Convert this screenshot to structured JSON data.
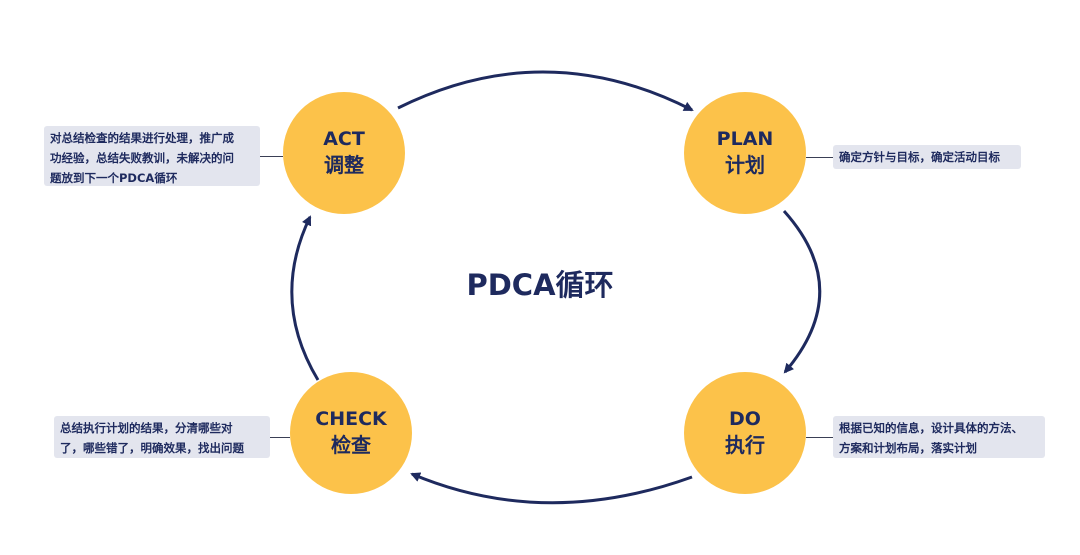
{
  "title": "PDCA循环",
  "nodes": {
    "act": {
      "en": "ACT",
      "zh": "调整"
    },
    "plan": {
      "en": "PLAN",
      "zh": "计划"
    },
    "do": {
      "en": "DO",
      "zh": "执行"
    },
    "check": {
      "en": "CHECK",
      "zh": "检查"
    }
  },
  "descriptions": {
    "act": [
      "对总结检查的结果进行处理，推广成",
      "功经验，总结失败教训，未解决的问",
      "题放到下一个PDCA循环"
    ],
    "plan": [
      "确定方针与目标，确定活动目标"
    ],
    "do": [
      "根据已知的信息，设计具体的方法、",
      "方案和计划布局，落实计划"
    ],
    "check": [
      "总结执行计划的结果，分清哪些对",
      "了，哪些错了，明确效果，找出问题"
    ]
  },
  "colors": {
    "node_fill": "#fcc24a",
    "ink": "#1e2a5e",
    "box_fill": "#e3e5ee",
    "connector": "#3a3f55"
  }
}
